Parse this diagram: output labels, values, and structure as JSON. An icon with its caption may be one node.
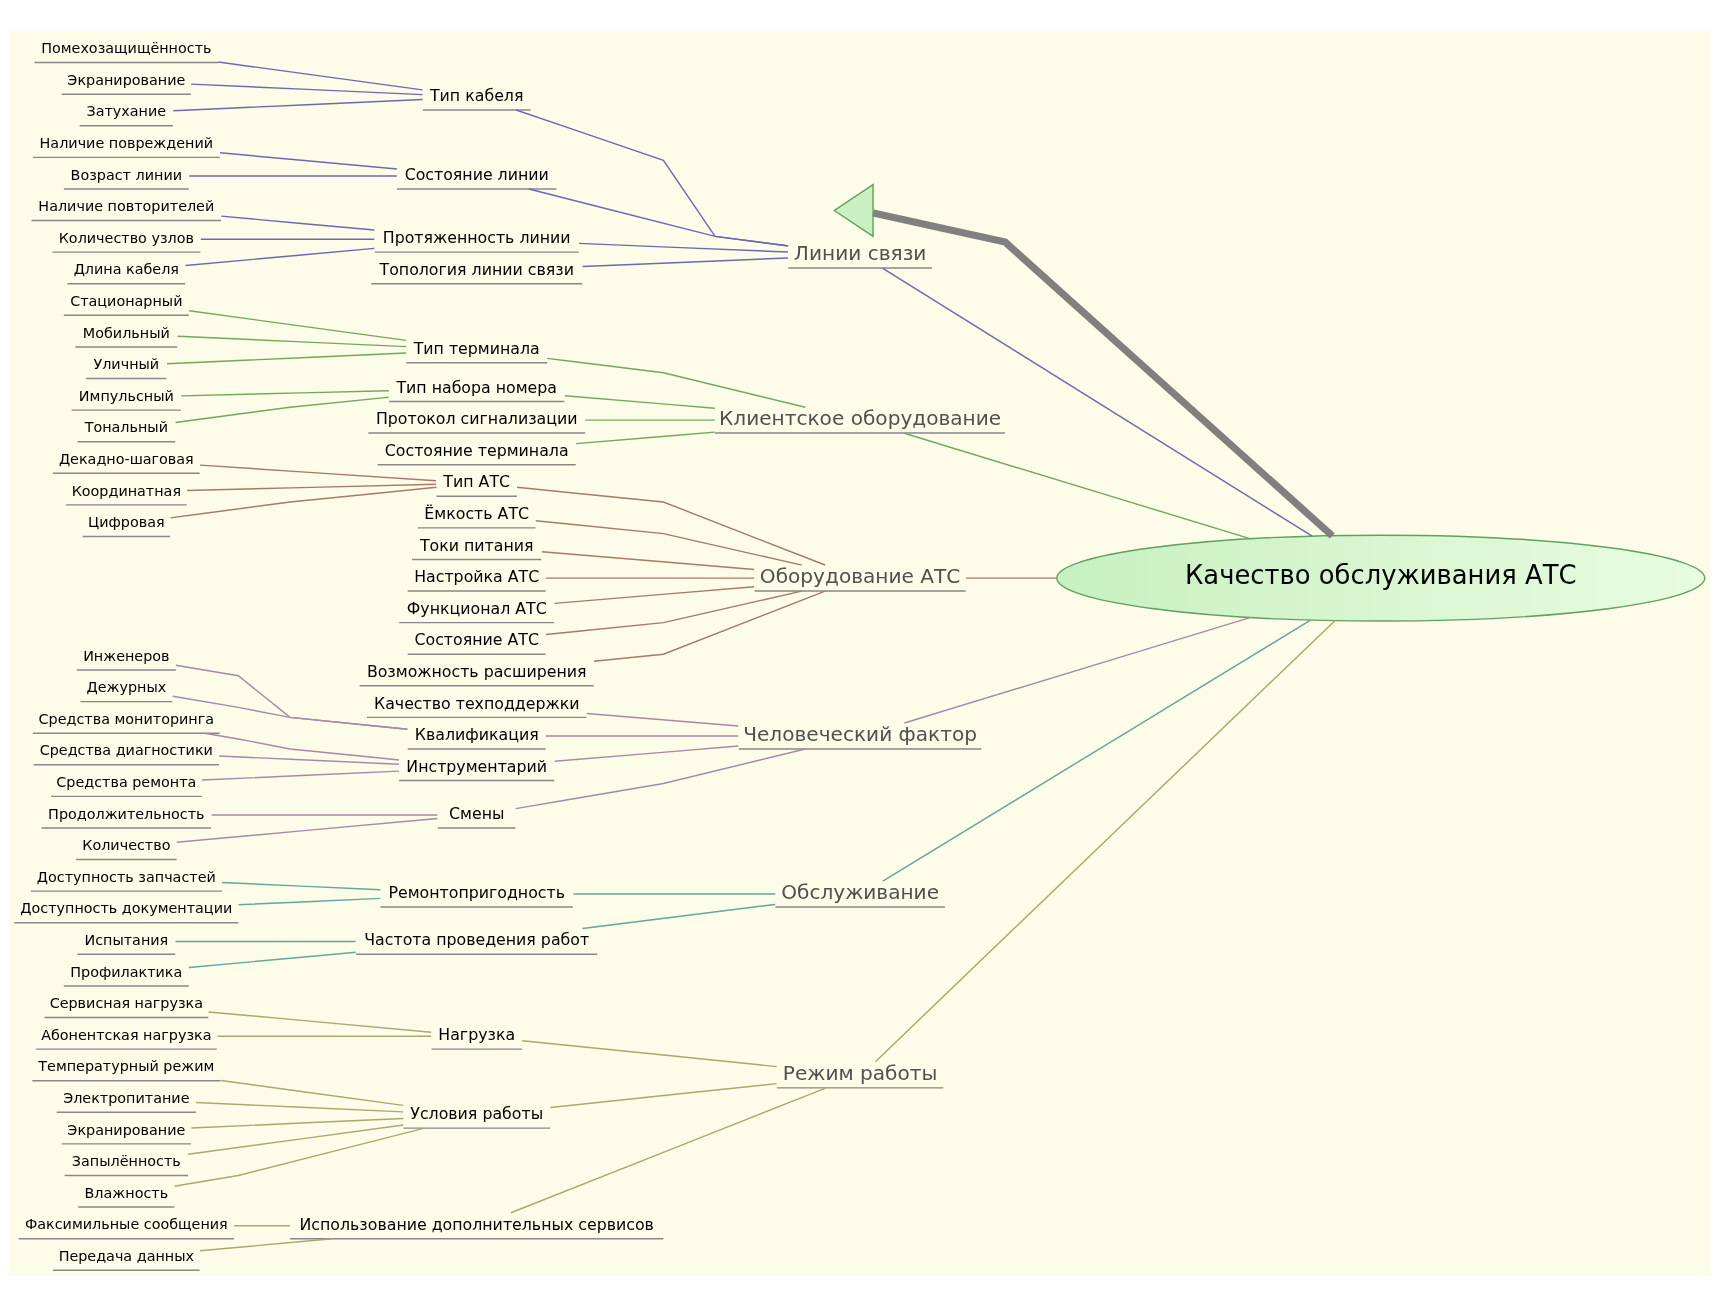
{
  "diagram": {
    "nodes": [
      {
        "text": [
          "Качество обслуживания АТС"
        ]
      },
      {
        "text": [],
        "shape": "triangle"
      },
      {
        "text": [
          "Линии связи"
        ]
      },
      {
        "text": [
          "Тип кабеля"
        ]
      },
      {
        "text": [
          "Помехозащищённость"
        ]
      },
      {
        "text": [
          "Экранирование"
        ]
      },
      {
        "text": [
          "Затухание"
        ]
      },
      {
        "text": [
          "Состояние линии"
        ]
      },
      {
        "text": [
          "Наличие повреждений"
        ]
      },
      {
        "text": [
          "Возраст линии"
        ]
      },
      {
        "text": [
          "Протяженность линии"
        ]
      },
      {
        "text": [
          "Наличие повторителей"
        ]
      },
      {
        "text": [
          "Количество узлов"
        ]
      },
      {
        "text": [
          "Длина кабеля"
        ]
      },
      {
        "text": [
          "Топология линии связи"
        ]
      },
      {
        "text": [
          "Клиентское оборудование"
        ]
      },
      {
        "text": [
          "Тип терминала"
        ]
      },
      {
        "text": [
          "Стационарный"
        ]
      },
      {
        "text": [
          "Мобильный"
        ]
      },
      {
        "text": [
          "Уличный"
        ]
      },
      {
        "text": [
          "Тип набора номера"
        ]
      },
      {
        "text": [
          "Импульсный"
        ]
      },
      {
        "text": [
          "Тональный"
        ]
      },
      {
        "text": [
          "Протокол сигнализации"
        ]
      },
      {
        "text": [
          "Состояние терминала"
        ]
      },
      {
        "text": [
          "Оборудование АТС"
        ]
      },
      {
        "text": [
          "Тип АТС"
        ]
      },
      {
        "text": [
          "Декадно-шаговая"
        ]
      },
      {
        "text": [
          "Координатная"
        ]
      },
      {
        "text": [
          "Цифровая"
        ]
      },
      {
        "text": [
          "Ёмкость АТС"
        ]
      },
      {
        "text": [
          "Токи питания"
        ]
      },
      {
        "text": [
          "Настройка АТС"
        ]
      },
      {
        "text": [
          "Функционал АТС"
        ]
      },
      {
        "text": [
          "Состояние АТС"
        ]
      },
      {
        "text": [
          "Возможность расширения"
        ]
      },
      {
        "text": [
          "Человеческий фактор"
        ]
      },
      {
        "text": [
          "Качество техподдержки"
        ]
      },
      {
        "text": [
          "Квалификация"
        ]
      },
      {
        "text": [
          "Инженеров"
        ]
      },
      {
        "text": [
          "Дежурных"
        ]
      },
      {
        "text": [
          "Инструментарий"
        ]
      },
      {
        "text": [
          "Средства мониторинга"
        ]
      },
      {
        "text": [
          "Средства диагностики"
        ]
      },
      {
        "text": [
          "Средства ремонта"
        ]
      },
      {
        "text": [
          "Смены"
        ]
      },
      {
        "text": [
          "Продолжительность"
        ]
      },
      {
        "text": [
          "Количество"
        ]
      },
      {
        "text": [
          "Обслуживание"
        ]
      },
      {
        "text": [
          "Ремонтопригодность"
        ]
      },
      {
        "text": [
          "Доступность запчастей"
        ]
      },
      {
        "text": [
          "Доступность документации"
        ]
      },
      {
        "text": [
          "Частота проведения работ"
        ]
      },
      {
        "text": [
          "Испытания"
        ]
      },
      {
        "text": [
          "Профилактика"
        ]
      },
      {
        "text": [
          "Режим работы"
        ]
      },
      {
        "text": [
          "Нагрузка"
        ]
      },
      {
        "text": [
          "Сервисная нагрузка"
        ]
      },
      {
        "text": [
          "Абонентская нагрузка"
        ]
      },
      {
        "text": [
          "Условия работы"
        ]
      },
      {
        "text": [
          "Температурный режим"
        ]
      },
      {
        "text": [
          "Электропитание"
        ]
      },
      {
        "text": [
          "Экранирование"
        ]
      },
      {
        "text": [
          "Запылённость"
        ]
      },
      {
        "text": [
          "Влажность"
        ]
      },
      {
        "text": [
          "Использование дополнительных сервисов"
        ]
      },
      {
        "text": [
          "Факсимильные сообщения"
        ]
      },
      {
        "text": [
          "Передача данных"
        ]
      }
    ],
    "edges": [
      {
        "from": 0,
        "to": 1,
        "arrow": "none",
        "style": "thick",
        "color": "#808080"
      },
      {
        "from": 0,
        "to": 2,
        "arrow": "none",
        "color": "#6a6ab4"
      },
      {
        "from": 2,
        "to": 3,
        "arrow": "none",
        "color": "#6a6ab4"
      },
      {
        "from": 3,
        "to": 4,
        "arrow": "none",
        "color": "#6a6ab4"
      },
      {
        "from": 3,
        "to": 5,
        "arrow": "none",
        "color": "#6a6ab4"
      },
      {
        "from": 3,
        "to": 6,
        "arrow": "none",
        "color": "#6a6ab4"
      },
      {
        "from": 2,
        "to": 7,
        "arrow": "none",
        "color": "#6a6ab4"
      },
      {
        "from": 7,
        "to": 8,
        "arrow": "none",
        "color": "#6a6ab4"
      },
      {
        "from": 7,
        "to": 9,
        "arrow": "none",
        "color": "#6a6ab4"
      },
      {
        "from": 2,
        "to": 10,
        "arrow": "none",
        "color": "#6a6ab4"
      },
      {
        "from": 10,
        "to": 11,
        "arrow": "none",
        "color": "#6a6ab4"
      },
      {
        "from": 10,
        "to": 12,
        "arrow": "none",
        "color": "#6a6ab4"
      },
      {
        "from": 10,
        "to": 13,
        "arrow": "none",
        "color": "#6a6ab4"
      },
      {
        "from": 2,
        "to": 14,
        "arrow": "none",
        "color": "#6a6ab4"
      },
      {
        "from": 0,
        "to": 15,
        "arrow": "none",
        "color": "#70a860"
      },
      {
        "from": 15,
        "to": 16,
        "arrow": "none",
        "color": "#70a860"
      },
      {
        "from": 16,
        "to": 17,
        "arrow": "none",
        "color": "#70a860"
      },
      {
        "from": 16,
        "to": 18,
        "arrow": "none",
        "color": "#70a860"
      },
      {
        "from": 16,
        "to": 19,
        "arrow": "none",
        "color": "#70a860"
      },
      {
        "from": 15,
        "to": 20,
        "arrow": "none",
        "color": "#70a860"
      },
      {
        "from": 20,
        "to": 21,
        "arrow": "none",
        "color": "#70a860"
      },
      {
        "from": 20,
        "to": 22,
        "arrow": "none",
        "color": "#70a860"
      },
      {
        "from": 15,
        "to": 23,
        "arrow": "none",
        "color": "#70a860"
      },
      {
        "from": 15,
        "to": 24,
        "arrow": "none",
        "color": "#70a860"
      },
      {
        "from": 0,
        "to": 25,
        "arrow": "none",
        "color": "#a87868"
      },
      {
        "from": 25,
        "to": 26,
        "arrow": "none",
        "color": "#a87868"
      },
      {
        "from": 26,
        "to": 27,
        "arrow": "none",
        "color": "#a87868"
      },
      {
        "from": 26,
        "to": 28,
        "arrow": "none",
        "color": "#a87868"
      },
      {
        "from": 26,
        "to": 29,
        "arrow": "none",
        "color": "#a87868"
      },
      {
        "from": 25,
        "to": 30,
        "arrow": "none",
        "color": "#a87868"
      },
      {
        "from": 25,
        "to": 31,
        "arrow": "none",
        "color": "#a87868"
      },
      {
        "from": 25,
        "to": 32,
        "arrow": "none",
        "color": "#a87868"
      },
      {
        "from": 25,
        "to": 33,
        "arrow": "none",
        "color": "#a87868"
      },
      {
        "from": 25,
        "to": 34,
        "arrow": "none",
        "color": "#a87868"
      },
      {
        "from": 25,
        "to": 35,
        "arrow": "none",
        "color": "#a87868"
      },
      {
        "from": 0,
        "to": 36,
        "arrow": "none",
        "color": "#a888a8"
      },
      {
        "from": 36,
        "to": 37,
        "arrow": "none",
        "color": "#a888a8"
      },
      {
        "from": 36,
        "to": 38,
        "arrow": "none",
        "color": "#a888a8"
      },
      {
        "from": 38,
        "to": 39,
        "arrow": "none",
        "color": "#a888a8"
      },
      {
        "from": 38,
        "to": 40,
        "arrow": "none",
        "color": "#a888a8"
      },
      {
        "from": 36,
        "to": 41,
        "arrow": "none",
        "color": "#a888a8"
      },
      {
        "from": 41,
        "to": 42,
        "arrow": "none",
        "color": "#a888a8"
      },
      {
        "from": 41,
        "to": 43,
        "arrow": "none",
        "color": "#a888a8"
      },
      {
        "from": 41,
        "to": 44,
        "arrow": "none",
        "color": "#a888a8"
      },
      {
        "from": 36,
        "to": 45,
        "arrow": "none",
        "color": "#a888a8"
      },
      {
        "from": 45,
        "to": 46,
        "arrow": "none",
        "color": "#a888a8"
      },
      {
        "from": 45,
        "to": 47,
        "arrow": "none",
        "color": "#a888a8"
      },
      {
        "from": 0,
        "to": 48,
        "arrow": "none",
        "color": "#60a898"
      },
      {
        "from": 48,
        "to": 49,
        "arrow": "none",
        "color": "#60a898"
      },
      {
        "from": 49,
        "to": 50,
        "arrow": "none",
        "color": "#60a898"
      },
      {
        "from": 49,
        "to": 51,
        "arrow": "none",
        "color": "#60a898"
      },
      {
        "from": 48,
        "to": 52,
        "arrow": "none",
        "color": "#60a898"
      },
      {
        "from": 52,
        "to": 53,
        "arrow": "none",
        "color": "#60a898"
      },
      {
        "from": 52,
        "to": 54,
        "arrow": "none",
        "color": "#60a898"
      },
      {
        "from": 0,
        "to": 55,
        "arrow": "none",
        "color": "#a8a870"
      },
      {
        "from": 55,
        "to": 56,
        "arrow": "none",
        "color": "#a8a870"
      },
      {
        "from": 56,
        "to": 57,
        "arrow": "none",
        "color": "#a8a870"
      },
      {
        "from": 56,
        "to": 58,
        "arrow": "none",
        "color": "#a8a870"
      },
      {
        "from": 55,
        "to": 59,
        "arrow": "none",
        "color": "#a8a870"
      },
      {
        "from": 59,
        "to": 60,
        "arrow": "none",
        "color": "#a8a870"
      },
      {
        "from": 59,
        "to": 61,
        "arrow": "none",
        "color": "#a8a870"
      },
      {
        "from": 59,
        "to": 62,
        "arrow": "none",
        "color": "#a8a870"
      },
      {
        "from": 59,
        "to": 63,
        "arrow": "none",
        "color": "#a8a870"
      },
      {
        "from": 59,
        "to": 64,
        "arrow": "none",
        "color": "#a8a870"
      },
      {
        "from": 55,
        "to": 65,
        "arrow": "none",
        "color": "#a8a870"
      },
      {
        "from": 65,
        "to": 66,
        "arrow": "none",
        "color": "#a8a870"
      },
      {
        "from": 65,
        "to": 67,
        "arrow": "none",
        "color": "#a8a870"
      }
    ]
  }
}
